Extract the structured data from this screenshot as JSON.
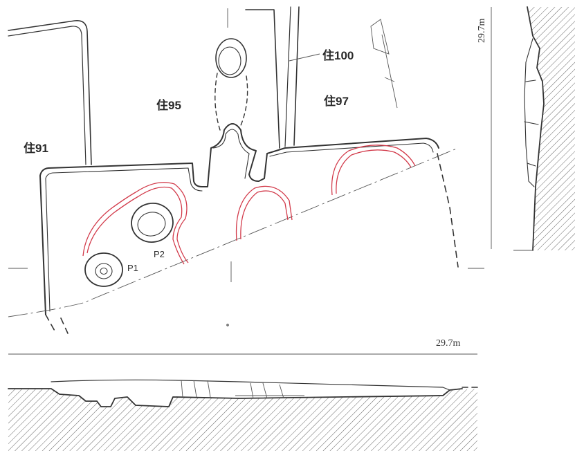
{
  "labels": {
    "house_91": "住91",
    "house_95": "住95",
    "house_97": "住97",
    "house_100": "住100",
    "pit_1": "P1",
    "pit_2": "P2"
  },
  "elevations": {
    "vertical_section": "29.7m",
    "horizontal_section": "29.7m"
  },
  "colors": {
    "ink": "#333333",
    "overlap_outline": "#d23a4a",
    "hatch": "#555555"
  }
}
